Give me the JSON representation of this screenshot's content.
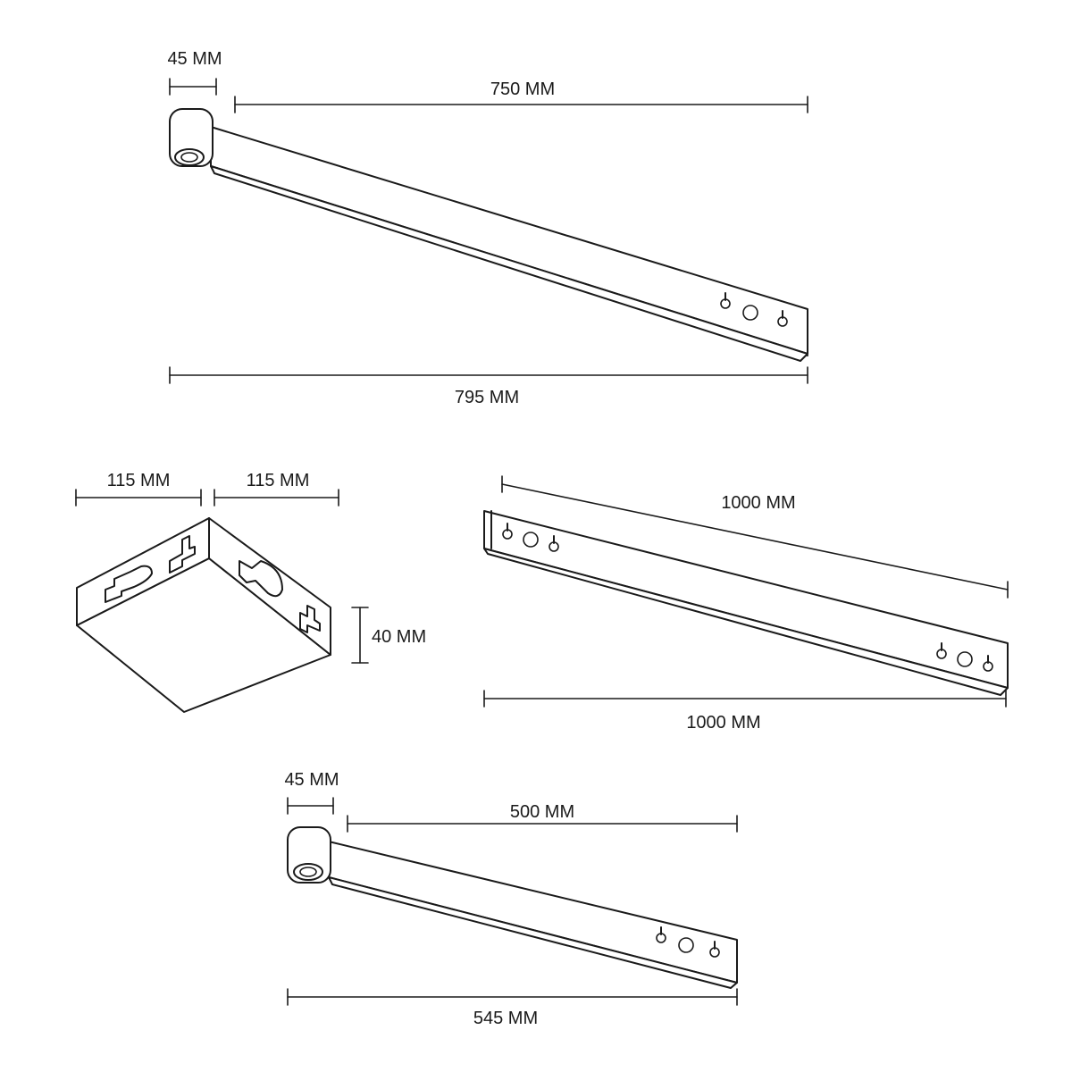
{
  "arm_long": {
    "dim_hub": "45 MM",
    "dim_arm": "750 MM",
    "dim_total": "795 MM"
  },
  "box": {
    "dim_width": "115 MM",
    "dim_depth": "115 MM",
    "dim_height": "40 MM"
  },
  "rail": {
    "dim_top": "1000 MM",
    "dim_bottom": "1000 MM"
  },
  "arm_short": {
    "dim_hub": "45 MM",
    "dim_arm": "500 MM",
    "dim_total": "545 MM"
  }
}
